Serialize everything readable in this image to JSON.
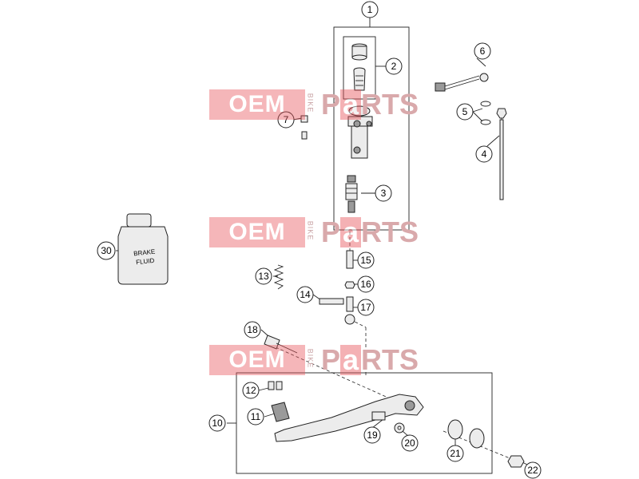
{
  "watermark": {
    "left_text": "OEM",
    "vertical_text": "BIKE",
    "p_text": "P",
    "a_text": "a",
    "right_text": "RTS",
    "color_accent": "#e8545a"
  },
  "bottle_label": {
    "line1": "BRAKE",
    "line2": "FLUID"
  },
  "callouts": {
    "c1": "1",
    "c2": "2",
    "c3": "3",
    "c4": "4",
    "c5": "5",
    "c6": "6",
    "c7": "7",
    "c10": "10",
    "c11": "11",
    "c12": "12",
    "c13": "13",
    "c14": "14",
    "c15": "15",
    "c16": "16",
    "c17": "17",
    "c18": "18",
    "c19": "19",
    "c20": "20",
    "c21": "21",
    "c22": "22",
    "c30": "30"
  }
}
